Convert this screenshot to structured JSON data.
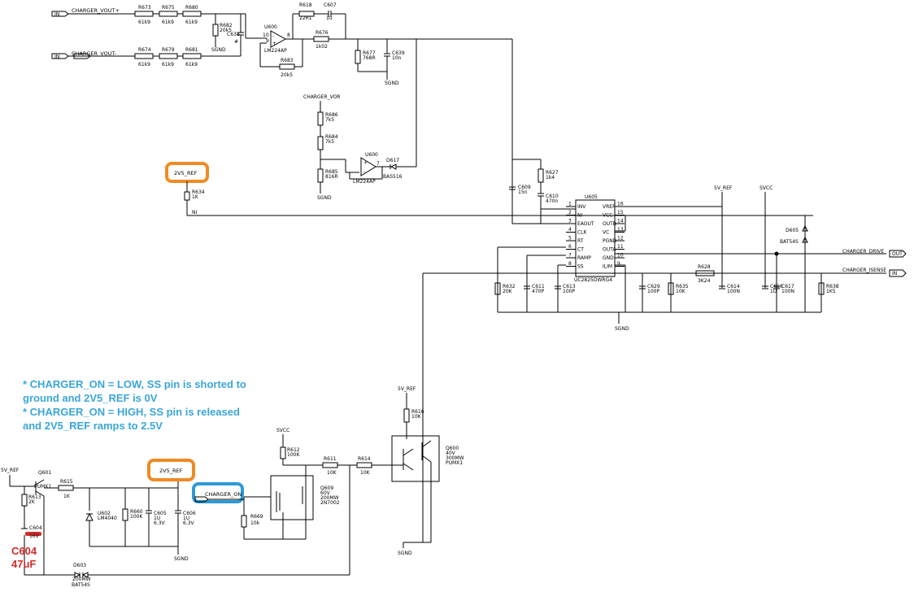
{
  "nets": {
    "charger_vout_plus": "CHARGER_VOUT+",
    "charger_vout_minus": "CHARGER_VOUT-",
    "charger_vor": "CHARGER_VOR",
    "ref_2v5_top": "2V5_REF",
    "ref_2v5_bottom": "2V5_REF",
    "v5_ref_top": "5V_REF",
    "v5_ref_mid": "5V_REF",
    "v5_ref_left": "5V_REF",
    "svcc_top": "SVCC",
    "svcc_mid": "SVCC",
    "charger_drive": "CHARGER_DRIVE",
    "charger_isense": "CHARGER_ISENSE",
    "charger_on": "CHARGER_ON",
    "ni": "NI",
    "sgnd": "SGND",
    "port_in": "IN",
    "port_out": "OUT"
  },
  "components": {
    "r673": [
      "R673",
      "61k9"
    ],
    "r675": [
      "R675",
      "61k9"
    ],
    "r680": [
      "R680",
      "61k9"
    ],
    "r674": [
      "R674",
      "61k9"
    ],
    "r679": [
      "R679",
      "61k9"
    ],
    "r681": [
      "R681",
      "61k9"
    ],
    "r682": [
      "R682",
      "20k5"
    ],
    "c638": [
      "C638",
      "#"
    ],
    "u600a": [
      "U600",
      "LM224AP"
    ],
    "r618": [
      "R618",
      "22R1"
    ],
    "c607": [
      "C607",
      "1u"
    ],
    "r676": [
      "R676",
      "1k02"
    ],
    "r683": [
      "R683",
      "20k5"
    ],
    "r677": [
      "R677",
      "768R"
    ],
    "c639": [
      "C639",
      "10n"
    ],
    "r686": [
      "R686",
      "7k5"
    ],
    "r684": [
      "R684",
      "7k5"
    ],
    "r685": [
      "R685",
      "816R"
    ],
    "u600b": [
      "U600",
      "LM224AP"
    ],
    "d617": [
      "D617",
      "BAS516"
    ],
    "r634": [
      "R634",
      "1K"
    ],
    "c609": [
      "C609",
      "15n"
    ],
    "r627": [
      "R627",
      "1k4"
    ],
    "c610": [
      "C610",
      "470n"
    ],
    "u605": [
      "U605",
      "UC2825DWRG4"
    ],
    "d605": [
      "D605",
      "BAT54S"
    ],
    "r628": [
      "R628",
      "3K24"
    ],
    "r632": [
      "R632",
      "20K"
    ],
    "c611": [
      "C611",
      "470P"
    ],
    "c613": [
      "C613",
      "100P"
    ],
    "c629": [
      "C629",
      "100P"
    ],
    "r635": [
      "R635",
      "10K"
    ],
    "c614": [
      "C614",
      "100N"
    ],
    "c616": [
      "C616",
      "1U"
    ],
    "c617": [
      "C617",
      "100N"
    ],
    "r638": [
      "R638",
      "1K5"
    ],
    "r616": [
      "R616",
      "10K"
    ],
    "q600": [
      "Q600",
      "40V",
      "300MW",
      "PUMX1"
    ],
    "r612": [
      "R612",
      "100K"
    ],
    "r611": [
      "R611",
      "10K"
    ],
    "r614": [
      "R614",
      "10K"
    ],
    "q609": [
      "Q609",
      "60V",
      "200MW",
      "2N7002"
    ],
    "r669": [
      "R669",
      "10k"
    ],
    "q601": [
      "Q601",
      "PUMX1"
    ],
    "r615": [
      "R615",
      "1K"
    ],
    "r613": [
      "R613",
      "2K"
    ],
    "c604": [
      "C604",
      "16V"
    ],
    "u602": [
      "U602",
      "LM4040"
    ],
    "r660": [
      "R660",
      "100K"
    ],
    "c605": [
      "C605",
      "1U",
      "6.3V"
    ],
    "c606": [
      "C606",
      "1U",
      "6.3V"
    ],
    "d603": [
      "D603",
      "200MW",
      "BAT54S"
    ]
  },
  "ic_pins": {
    "left": [
      [
        "1",
        "INV"
      ],
      [
        "2",
        "NI"
      ],
      [
        "3",
        "EAOUT"
      ],
      [
        "4",
        "CLK"
      ],
      [
        "5",
        "RT"
      ],
      [
        "6",
        "CT"
      ],
      [
        "7",
        "RAMP"
      ],
      [
        "8",
        "SS"
      ]
    ],
    "right": [
      [
        "16",
        "VREF"
      ],
      [
        "15",
        "VCC"
      ],
      [
        "14",
        "OUTB"
      ],
      [
        "13",
        "VC"
      ],
      [
        "12",
        "PGND"
      ],
      [
        "11",
        "OUTA"
      ],
      [
        "10",
        "GND"
      ],
      [
        "9",
        "ILIM"
      ]
    ]
  },
  "annotation": {
    "line1": "* CHARGER_ON = LOW, SS pin is shorted to",
    "line2": "ground and 2V5_REF is 0V",
    "line3": "* CHARGER_ON = HIGH, SS pin is released",
    "line4": "and 2V5_REF ramps to 2.5V",
    "c604_name": "C604",
    "c604_value": "47uF"
  },
  "highlight_colors": {
    "orange": "#f08a24",
    "blue": "#2e9ad6",
    "red": "#d22c2c",
    "note": "#3aa6d8"
  }
}
